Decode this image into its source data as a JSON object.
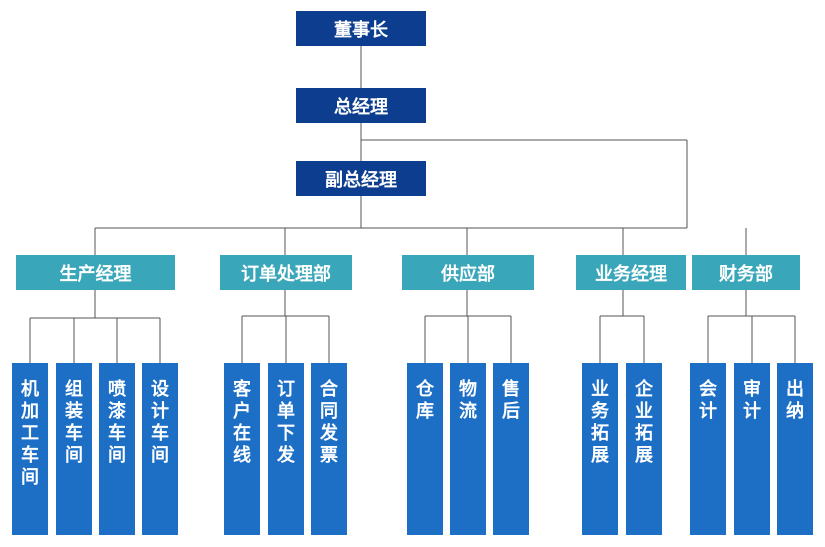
{
  "colors": {
    "top": "#0d3d8e",
    "department": "#3aa6b9",
    "unit": "#1d6fc6",
    "line": "#555555"
  },
  "top": {
    "chairman": "董事长",
    "general_manager": "总经理",
    "deputy_gm": "副总经理"
  },
  "departments": [
    {
      "label": "生产经理",
      "units": [
        "机加工车间",
        "组装车间",
        "喷漆车间",
        "设计车间"
      ]
    },
    {
      "label": "订单处理部",
      "units": [
        "客户在线",
        "订单下发",
        "合同发票"
      ]
    },
    {
      "label": "供应部",
      "units": [
        "仓库",
        "物流",
        "售后"
      ]
    },
    {
      "label": "业务经理",
      "units": [
        "业务拓展",
        "企业拓展"
      ]
    },
    {
      "label": "财务部",
      "units": [
        "会计",
        "审计",
        "出纳"
      ]
    }
  ]
}
